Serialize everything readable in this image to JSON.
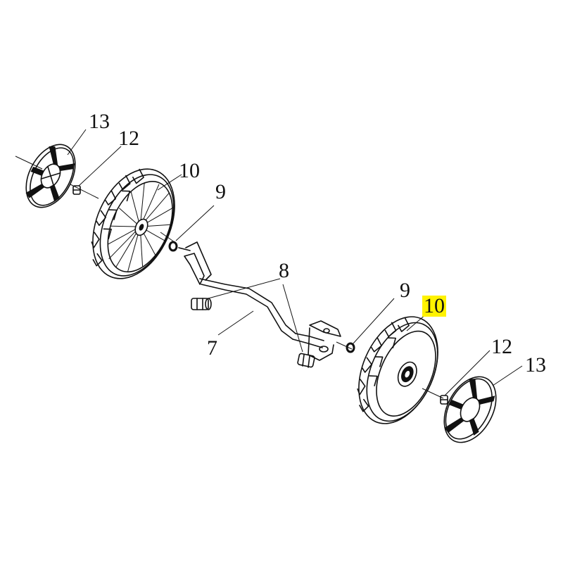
{
  "callouts": {
    "hubcap_left": "13",
    "nut_left": "12",
    "wheel_left": "10",
    "washer_left": "9",
    "bushing": "8",
    "axle": "7",
    "washer_right": "9",
    "wheel_right": "10",
    "nut_right": "12",
    "hubcap_right": "13"
  },
  "highlight_color": "#fff200"
}
